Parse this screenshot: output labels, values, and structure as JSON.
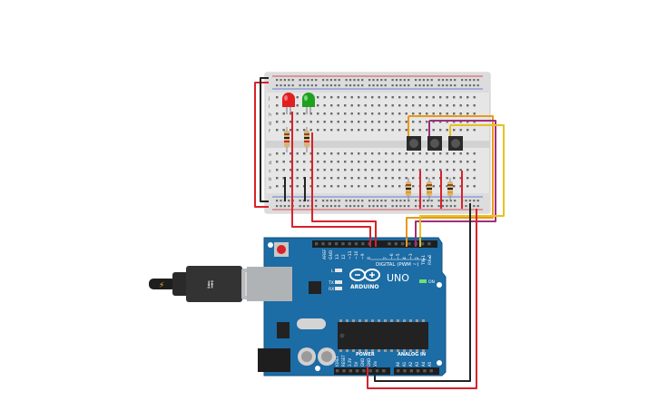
{
  "board": {
    "aref": "AREF",
    "gnd": "GND",
    "pin13": "13",
    "pin12": "12",
    "pin11": "~11",
    "pin10": "~10",
    "pin9": "~9",
    "pin8": "8",
    "pin7": "7",
    "pin6": "~6",
    "pin5": "~5",
    "pin4": "4",
    "pin3": "~3",
    "pin2": "2",
    "tx1": "TX▸1",
    "rx0": "RX◂0",
    "digital_label": "DIGITAL (PWM ~)",
    "l_label": "L",
    "tx_label": "TX",
    "rx_label": "RX",
    "brand": "ARDUINO",
    "model": "UNO",
    "on_label": "ON",
    "power_label": "POWER",
    "analog_label": "ANALOG IN",
    "ioref": "IOREF",
    "reset": "RESET",
    "v33": "3.3V",
    "v5": "5V",
    "gnd1": "GND",
    "gnd2": "GND",
    "vin": "Vin",
    "a0": "A0",
    "a1": "A1",
    "a2": "A2",
    "a3": "A3",
    "a4": "A4",
    "a5": "A5"
  },
  "breadboard": {
    "row_letters_top": [
      "j",
      "i",
      "h",
      "g",
      "f"
    ],
    "row_letters_bottom": [
      "e",
      "d",
      "c",
      "b",
      "a"
    ]
  },
  "components": {
    "led_red_color": "#e02020",
    "led_green_color": "#20a020",
    "wire_colors": {
      "red": "#d8222a",
      "black": "#222222",
      "orange": "#e89a1a",
      "purple": "#a0307a",
      "yellow": "#e8c020"
    }
  }
}
